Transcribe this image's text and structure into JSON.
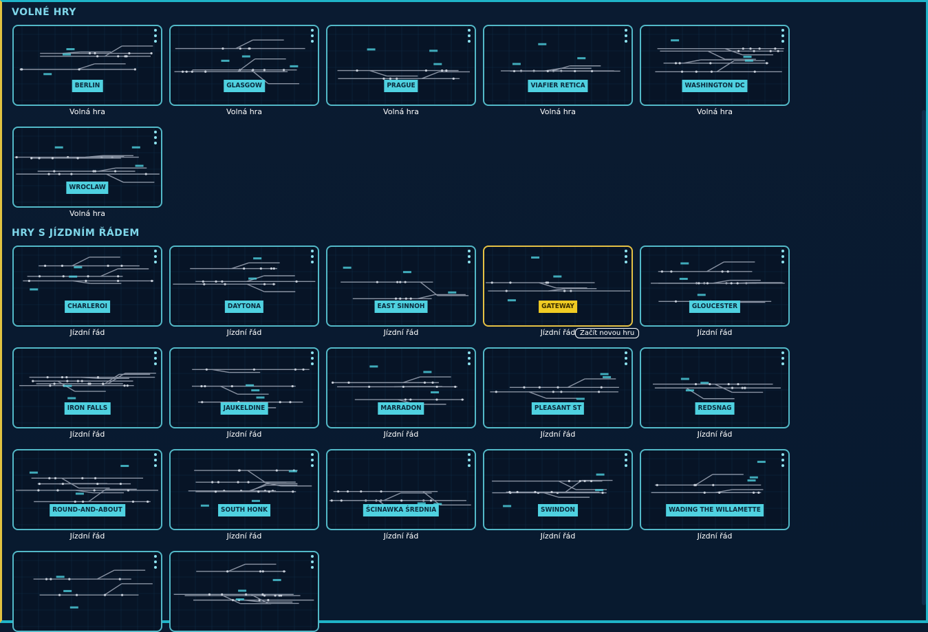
{
  "sections": {
    "free": "Volné hry",
    "timetable": "Hry s jízdním řádem"
  },
  "free_games": [
    {
      "name": "BERLIN",
      "mode": "Volná hra"
    },
    {
      "name": "GLASGOW",
      "mode": "Volná hra"
    },
    {
      "name": "PRAGUE",
      "mode": "Volná hra"
    },
    {
      "name": "VIAFIER RETICA",
      "mode": "Volná hra"
    },
    {
      "name": "WASHINGTON DC",
      "mode": "Volná hra"
    },
    {
      "name": "WROCLAW",
      "mode": "Volná hra"
    }
  ],
  "timetable_games": [
    {
      "name": "CHARLEROI",
      "mode": "Jízdní řád"
    },
    {
      "name": "DAYTONA",
      "mode": "Jízdní řád"
    },
    {
      "name": "EAST SINNOH",
      "mode": "Jízdní řád"
    },
    {
      "name": "GATEWAY",
      "mode": "Jízdní řád",
      "selected": true
    },
    {
      "name": "GLOUCESTER",
      "mode": "Jízdní řád"
    },
    {
      "name": "IRON FALLS",
      "mode": "Jízdní řád"
    },
    {
      "name": "JAUKELDINE",
      "mode": "Jízdní řád"
    },
    {
      "name": "MARRADON",
      "mode": "Jízdní řád"
    },
    {
      "name": "PLEASANT ST",
      "mode": "Jízdní řád"
    },
    {
      "name": "REDSNAG",
      "mode": "Jízdní řád"
    },
    {
      "name": "ROUND-AND-ABOUT",
      "mode": "Jízdní řád"
    },
    {
      "name": "SOUTH HONK",
      "mode": "Jízdní řád"
    },
    {
      "name": "ŚCINAWKA ŚREDNIA",
      "mode": "Jízdní řád"
    },
    {
      "name": "SWINDON",
      "mode": "Jízdní řád"
    },
    {
      "name": "WADING THE WILLAMETTE",
      "mode": "Jízdní řád"
    },
    {
      "name": "",
      "mode": ""
    },
    {
      "name": "",
      "mode": ""
    }
  ],
  "tooltip": "Začít novou hru",
  "icons": {
    "card_menu": "kebab-menu-icon"
  },
  "colors": {
    "accent": "#4fd1e0",
    "selected": "#f0cb23",
    "frame": "#1fb4c8",
    "frame_left": "#e0c341",
    "background": "#0a1a30"
  }
}
